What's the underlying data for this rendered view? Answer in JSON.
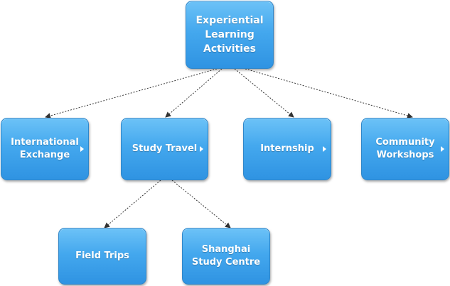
{
  "diagram": {
    "root": {
      "label": "Experiential\nLearning\nActivities"
    },
    "level1": [
      {
        "label": "International\nExchange"
      },
      {
        "label": "Study Travel"
      },
      {
        "label": "Internship"
      },
      {
        "label": "Community\nWorkshops"
      }
    ],
    "level2": [
      {
        "label": "Field Trips"
      },
      {
        "label": "Shanghai\nStudy Centre"
      }
    ]
  },
  "colors": {
    "node_fill": "#44a8ee",
    "node_border": "#2f86c9",
    "node_text": "#ffffff",
    "connector": "#333333"
  }
}
